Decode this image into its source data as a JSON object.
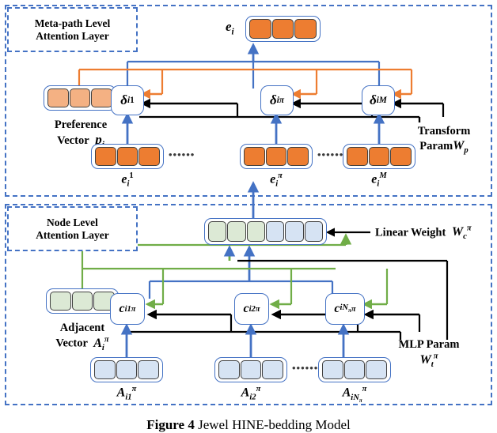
{
  "figure": {
    "caption_label": "Figure 4",
    "caption_text": "Jewel HINE-bedding Model",
    "caption_full": "Figure 4 Jewel HINEbedding Model"
  },
  "colors": {
    "panel_border": "#4472C4",
    "vector_border": "#4472C4",
    "cell_border": "#404040",
    "orange": "#ED7D31",
    "light_orange": "#F4B183",
    "green": "#DCE9D5",
    "blue": "#D6E3F3",
    "arrow_blue": "#4472C4",
    "arrow_orange": "#ED7D31",
    "arrow_green": "#70AD47",
    "arrow_black": "#000000"
  },
  "meta_path_layer": {
    "title_line1": "Meta-path Level",
    "title_line2": "Attention Layer",
    "output": {
      "label": "e",
      "label_sub": "i",
      "cells": 3,
      "color": "orange"
    },
    "preference_vector": {
      "title_line1": "Preference",
      "title_line2": "Vector",
      "symbol": "p",
      "symbol_sub": "i",
      "cells": 3,
      "color": "light_orange"
    },
    "transform_param": {
      "title_line1": "Transform",
      "title_line2": "Param",
      "symbol": "W",
      "symbol_sub": "p"
    },
    "attention_nodes": [
      {
        "symbol": "δ",
        "sub": "i",
        "sup": "1"
      },
      {
        "symbol": "δ",
        "sub": "i",
        "sup": "π"
      },
      {
        "symbol": "δ",
        "sub": "i",
        "sup": "M"
      }
    ],
    "embeddings": [
      {
        "symbol": "e",
        "sub": "i",
        "sup": "1",
        "cells": 3,
        "color": "orange"
      },
      {
        "symbol": "e",
        "sub": "i",
        "sup": "π",
        "cells": 3,
        "color": "orange"
      },
      {
        "symbol": "e",
        "sub": "i",
        "sup": "M",
        "cells": 3,
        "color": "orange"
      }
    ],
    "ellipsis": "••••••"
  },
  "node_layer": {
    "title_line1": "Node Level",
    "title_line2": "Attention Layer",
    "linear_weight": {
      "title": "Linear Weight",
      "symbol": "W",
      "symbol_sub": "c",
      "symbol_sup": "π",
      "green_cells": 3,
      "blue_cells": 3
    },
    "adjacent_vector": {
      "title_line1": "Adjacent",
      "title_line2": "Vector",
      "symbol": "A",
      "symbol_sub": "i",
      "symbol_sup": "π",
      "cells": 3,
      "color": "green"
    },
    "mlp_param": {
      "title_line1": "MLP Param",
      "symbol": "W",
      "symbol_sub": "t",
      "symbol_sup": "π"
    },
    "context_nodes": [
      {
        "symbol": "c",
        "sub": "i1",
        "sup": "π"
      },
      {
        "symbol": "c",
        "sub": "i2",
        "sup": "π"
      },
      {
        "symbol": "c",
        "sub": "iNπ",
        "sup": "π"
      }
    ],
    "adjacency_vectors": [
      {
        "symbol": "A",
        "sub": "i1",
        "sup": "π",
        "cells": 3,
        "color": "blue"
      },
      {
        "symbol": "A",
        "sub": "i2",
        "sup": "π",
        "cells": 3,
        "color": "blue"
      },
      {
        "symbol": "A",
        "sub": "iNπ",
        "sup": "π",
        "cells": 3,
        "color": "blue"
      }
    ],
    "ellipsis": "••••••"
  }
}
